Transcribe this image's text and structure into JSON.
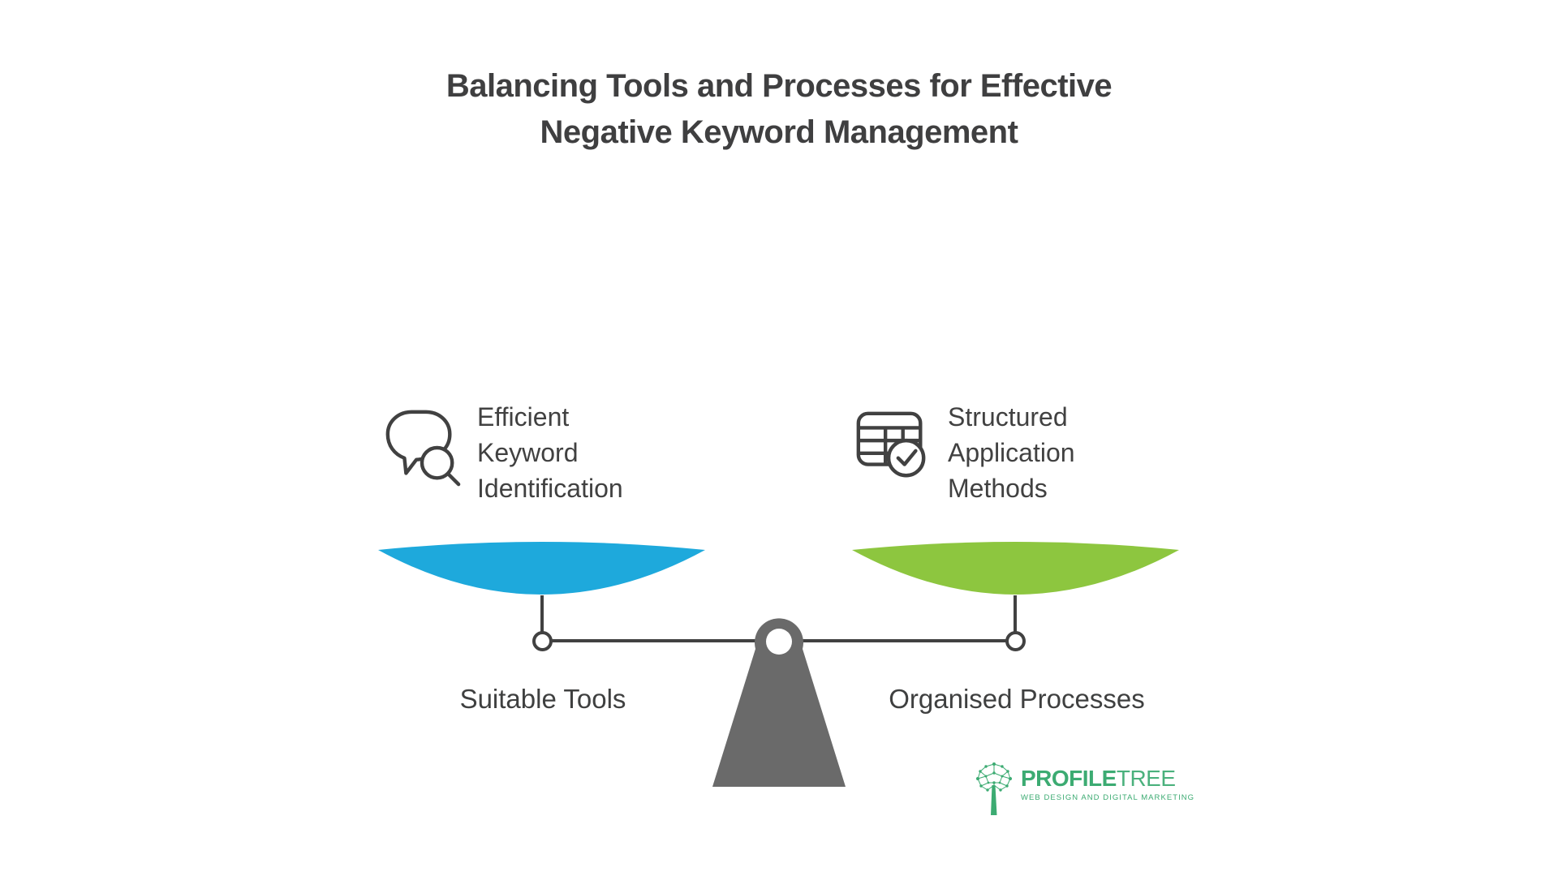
{
  "page": {
    "background": "#FFFFFF"
  },
  "title": {
    "line1": "Balancing Tools and Processes for Effective",
    "line2": "Negative Keyword Management",
    "color": "#3F3F40"
  },
  "left_feature": {
    "icon": "speech-bubble-search-icon",
    "lines": [
      "Efficient",
      "Keyword",
      "Identification"
    ],
    "pan_label": "Suitable Tools",
    "pan_color": "#1EA9DC"
  },
  "right_feature": {
    "icon": "table-check-icon",
    "lines": [
      "Structured",
      "Application",
      "Methods"
    ],
    "pan_label": "Organised Processes",
    "pan_color": "#8DC63F"
  },
  "scale": {
    "line_color": "#414141",
    "fulcrum_color": "#6A6A6A"
  },
  "logo": {
    "brand_bold": "PROFILE",
    "brand_light": "TREE",
    "tagline": "WEB DESIGN AND DIGITAL MARKETING",
    "color": "#3CAB72",
    "icon": "tree-network-icon"
  }
}
